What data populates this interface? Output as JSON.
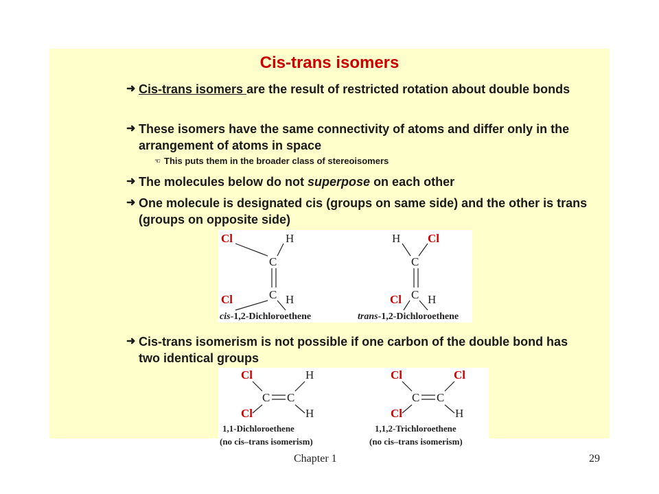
{
  "slide": {
    "title": "Cis-trans isomers",
    "bullets": [
      {
        "underlined": "Cis-trans isomers ",
        "rest": "are the result of restricted rotation about double bonds"
      },
      {
        "text": "These isomers have the same connectivity of atoms and differ only in the arrangement of atoms in space"
      },
      {
        "before": "The molecules below do not ",
        "italic": "superpose",
        "after": " on each other"
      },
      {
        "text": "One molecule is designated cis (groups on same side) and the other is trans (groups on opposite side)"
      },
      {
        "text": "Cis-trans isomerism is not possible if one carbon of the double bond has two identical groups"
      }
    ],
    "sub_bullet": "This puts them in the broader class of stereoisomers"
  },
  "figures": {
    "top": {
      "cis": {
        "tl": "Cl",
        "tr": "H",
        "bl": "Cl",
        "br": "H",
        "c": "C",
        "prefix": "cis",
        "name": "-1,2-Dichloroethene"
      },
      "trans": {
        "tl": "H",
        "tr": "Cl",
        "bl": "Cl",
        "br": "H",
        "c": "C",
        "prefix": "trans",
        "name": "-1,2-Dichloroethene"
      }
    },
    "bottom": {
      "left": {
        "tl": "Cl",
        "tr": "H",
        "bl": "Cl",
        "br": "H",
        "c": "C",
        "name": "1,1-Dichloroethene",
        "note": "(no cis–trans isomerism)"
      },
      "right": {
        "tl": "Cl",
        "tr": "Cl",
        "bl": "Cl",
        "br": "H",
        "c": "C",
        "name": "1,1,2-Trichloroethene",
        "note": "(no cis–trans isomerism)"
      }
    }
  },
  "colors": {
    "title": "#cc0000",
    "panel": "#ffffcc",
    "chlorine": "#cc0000"
  },
  "footer": {
    "chapter": "Chapter 1",
    "page": "29"
  }
}
